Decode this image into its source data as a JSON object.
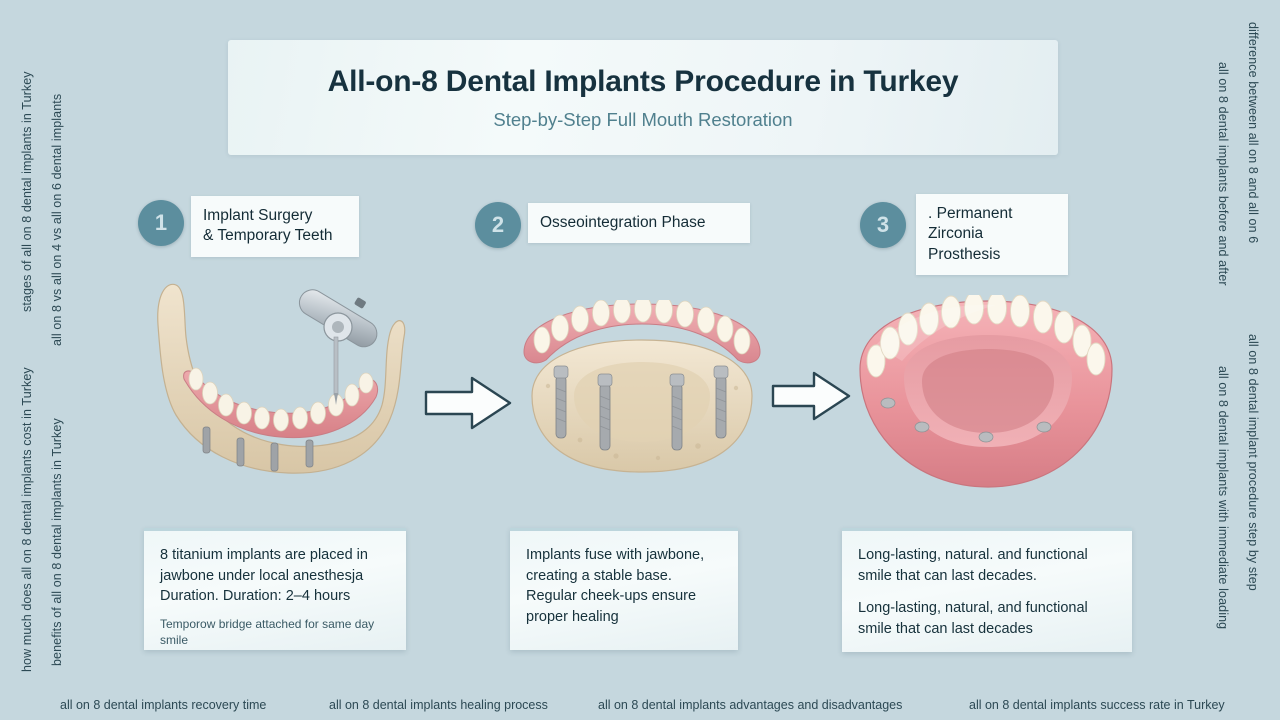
{
  "header": {
    "title": "All-on-8 Dental Implants Procedure in Turkey",
    "subtitle": "Step-by-Step Full Mouth Restoration"
  },
  "steps": [
    {
      "number": "1",
      "label": "Implant Surgery\n& Temporary Teeth",
      "label_line1": "Implant Surgery",
      "label_line2": "& Temporary Teeth",
      "description_main": "8 titanium implants are placed in jawbone under local anesthesja Duration. Duration: 2–4 hours",
      "description_sub": "Temporow bridge attached for same day smile"
    },
    {
      "number": "2",
      "label_line1": "Osseointegration Phase",
      "label_line2": "",
      "description_main": "Implants fuse with jawbone, creating a stable base. Regular cheek-ups ensure proper healing",
      "description_sub": ""
    },
    {
      "number": "3",
      "label_line1": ". Permanent Zirconia",
      "label_line2": "Prosthesis",
      "description_main": "Long-lasting, natural. and functional smile that can last decades.",
      "description_sub": "Long-lasting, natural, and functional smile that can last decades"
    }
  ],
  "rails": {
    "left": [
      "stages of all on 8 dental implants in Turkey",
      "all on 8 vs all on 4 vs all on 6 dental implants",
      "how much does all on 8 dental implants cost in Turkey",
      "benefits of all on 8 dental implants in Turkey"
    ],
    "right": [
      "difference between all on 8 and all on 6",
      "all on 8 dental implants before and after",
      "all on 8 dental implant procedure step by step",
      "all on 8 dental implants with immediate loading"
    ],
    "bottom": [
      "all on 8 dental implants recovery time",
      "all on 8 dental implants healing process",
      "all on 8 dental implants advantages and disadvantages",
      "all on 8 dental implants success rate in Turkey"
    ]
  },
  "colors": {
    "background": "#c5d7de",
    "badge": "#5c8e9e",
    "title": "#17323f",
    "subtitle": "#50808e",
    "bone": "#e7d9bf",
    "gum": "#e79aa0",
    "tooth": "#f6f1e4",
    "implant": "#a8aaad"
  },
  "illustrations": [
    {
      "name": "jawbone-with-drill-and-implants"
    },
    {
      "name": "jawbone-with-implants-and-bridge"
    },
    {
      "name": "final-zirconia-prosthesis"
    }
  ]
}
